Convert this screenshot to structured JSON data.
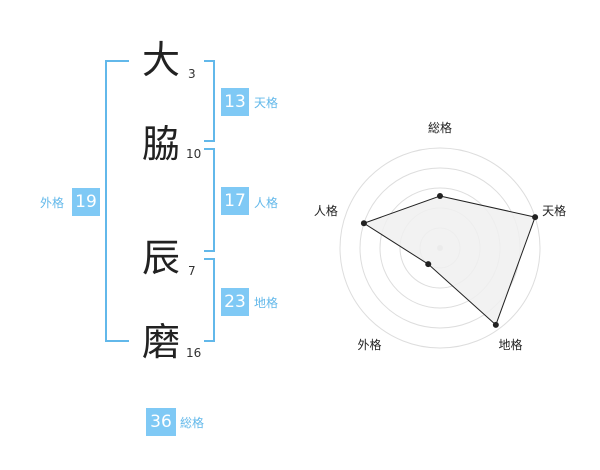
{
  "name": {
    "chars": [
      {
        "char": "大",
        "strokes": "3"
      },
      {
        "char": "脇",
        "strokes": "10"
      },
      {
        "char": "辰",
        "strokes": "7"
      },
      {
        "char": "磨",
        "strokes": "16"
      }
    ]
  },
  "fortunes": {
    "tenkaku": {
      "label": "天格",
      "value": "13"
    },
    "jinkaku": {
      "label": "人格",
      "value": "17"
    },
    "chikaku": {
      "label": "地格",
      "value": "23"
    },
    "gaikaku": {
      "label": "外格",
      "value": "19"
    },
    "soukaku": {
      "label": "総格",
      "value": "36"
    }
  },
  "chart_data": {
    "type": "radar",
    "axes": [
      "総格",
      "天格",
      "地格",
      "外格",
      "人格"
    ],
    "values": [
      0.52,
      1.0,
      0.95,
      0.2,
      0.8
    ],
    "rings": 5,
    "fill_color": "#f0f0f0",
    "line_color": "#222222",
    "grid_color": "#dddddd"
  }
}
